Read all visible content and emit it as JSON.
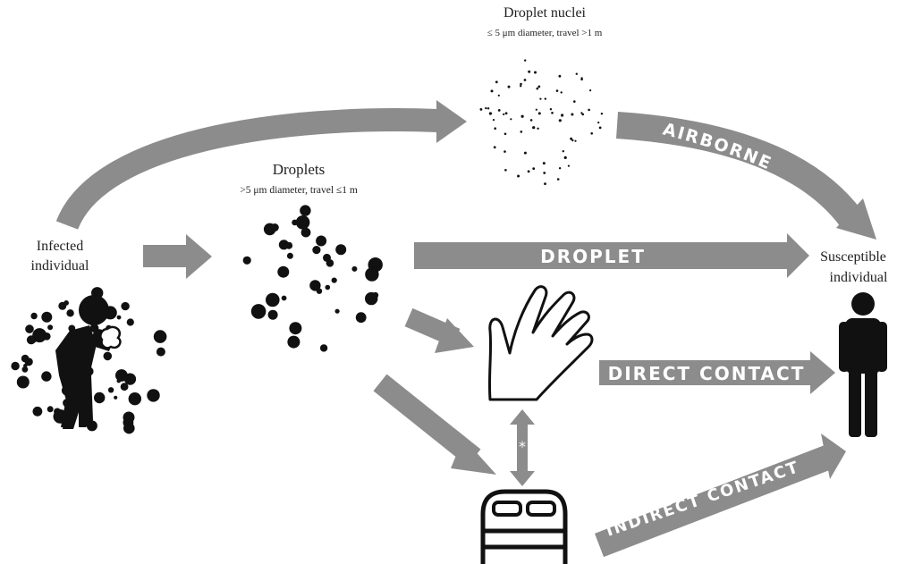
{
  "labels": {
    "droplet_nuclei_title": "Droplet nuclei",
    "droplet_nuclei_sub": "≤ 5 μm diameter, travel >1 m",
    "droplets_title": "Droplets",
    "droplets_sub": ">5 μm diameter, travel ≤1 m",
    "infected_line1": "Infected",
    "infected_line2": "individual",
    "susceptible_line1": "Susceptible",
    "susceptible_line2": "individual",
    "airborne": "AIRBORNE",
    "droplet": "DROPLET",
    "direct_contact": "DIRECT CONTACT",
    "indirect_contact": "INDIRECT CONTACT",
    "asterisk": "*"
  },
  "colors": {
    "arrow": "#8c8c8c",
    "ink": "#111111",
    "background": "#ffffff"
  },
  "icons": {
    "infected": "coughing-person-icon",
    "susceptible": "standing-person-icon",
    "hand": "hand-icon",
    "bed": "bed-icon"
  }
}
